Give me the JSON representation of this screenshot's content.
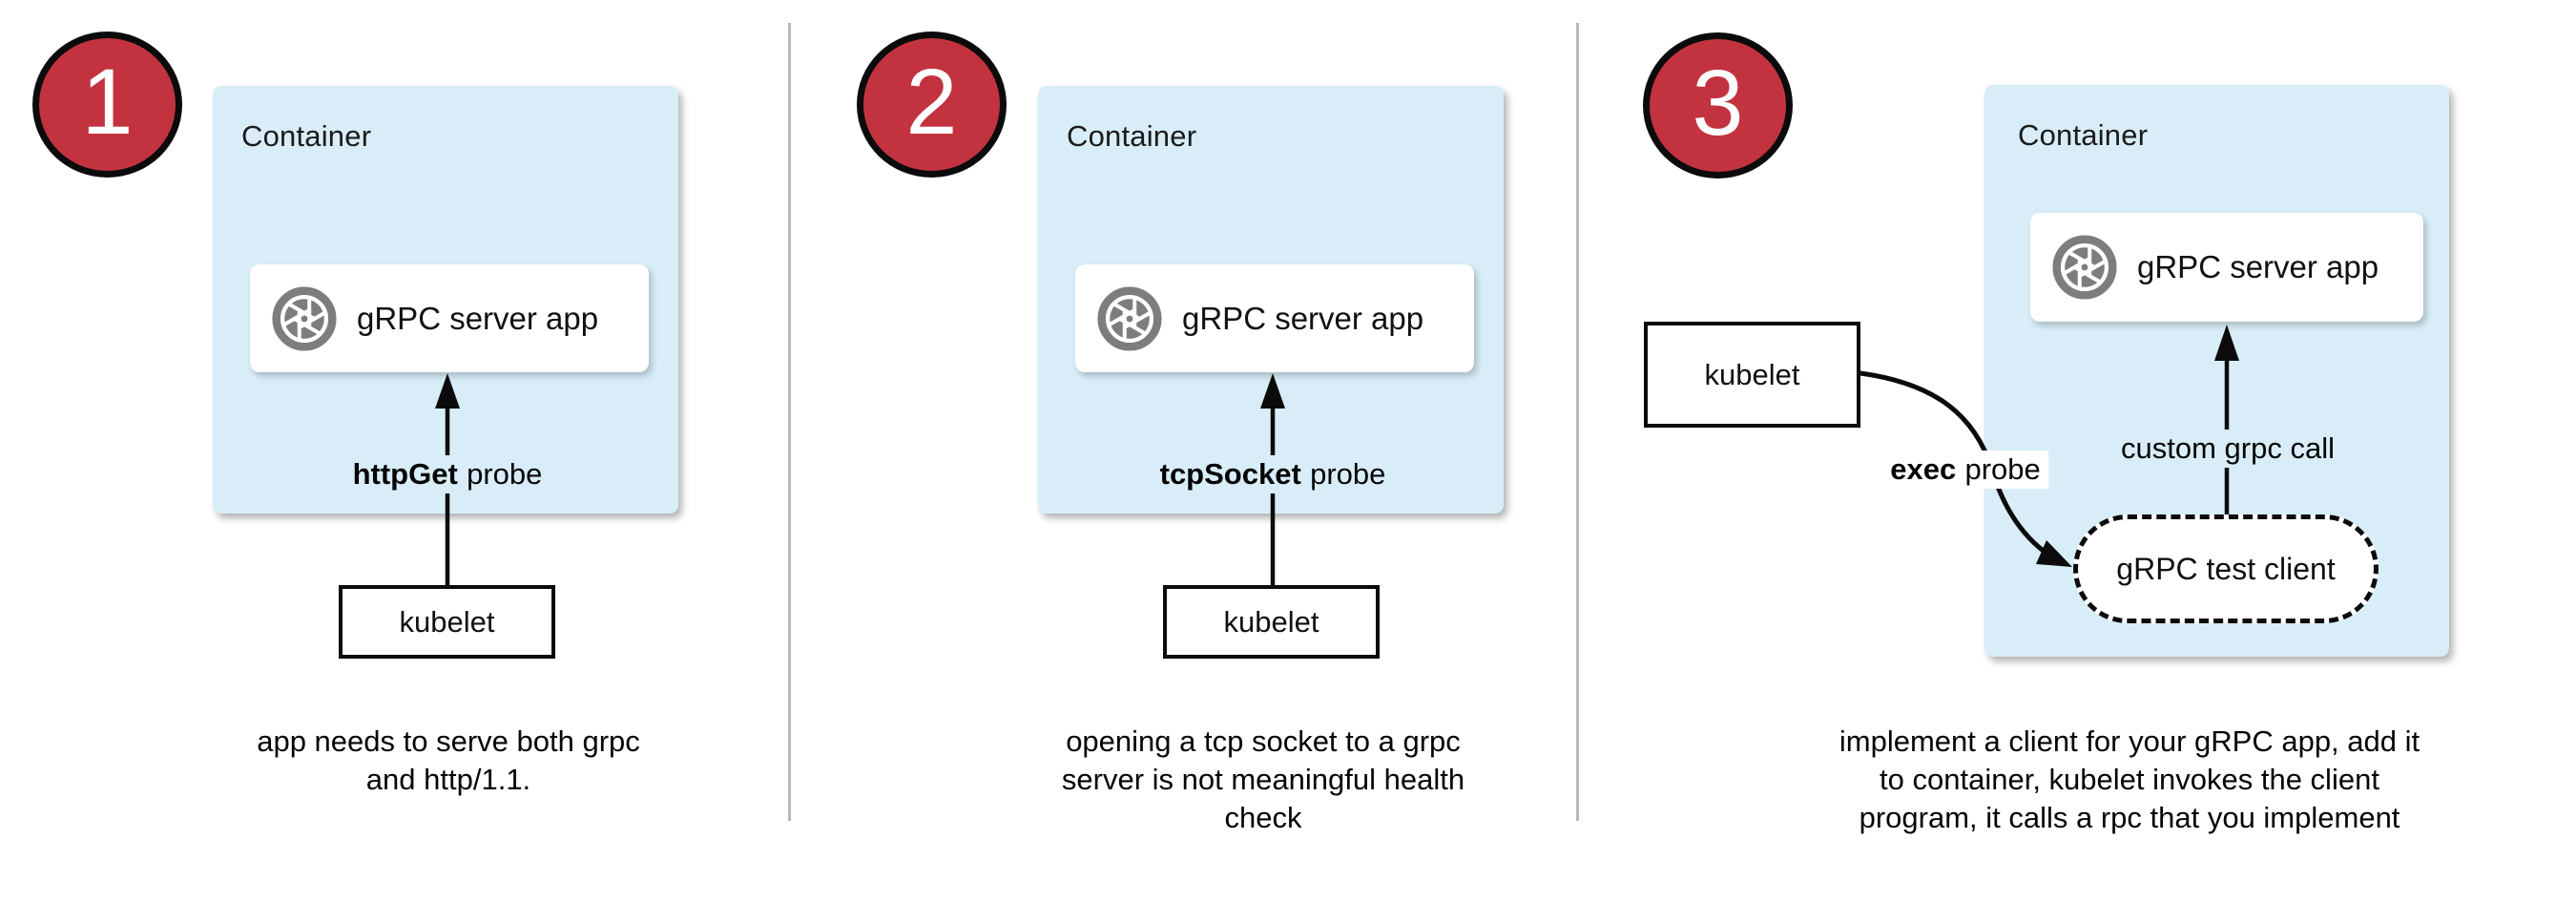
{
  "colors": {
    "container_fill": "#d8edf8",
    "badge_red": "#c2333f",
    "icon_gray": "#7d7d7d",
    "divider_gray": "#b8b8b8",
    "line_black": "#0b0b0b"
  },
  "panels": [
    {
      "number": "1",
      "container_label": "Container",
      "app_label": "gRPC server app",
      "probe_keyword": "httpGet",
      "probe_word": "probe",
      "kubelet_label": "kubelet",
      "caption_lines": [
        "app needs to serve both grpc",
        "and http/1.1."
      ]
    },
    {
      "number": "2",
      "container_label": "Container",
      "app_label": "gRPC server app",
      "probe_keyword": "tcpSocket",
      "probe_word": "probe",
      "kubelet_label": "kubelet",
      "caption_lines": [
        "opening a tcp socket to a grpc",
        "server is not meaningful health",
        "check"
      ]
    },
    {
      "number": "3",
      "container_label": "Container",
      "app_label": "gRPC server app",
      "probe_keyword": "exec",
      "probe_word": "probe",
      "kubelet_label": "kubelet",
      "client_label": "gRPC test client",
      "grpc_call_label": "custom grpc call",
      "caption_lines": [
        "implement a client for your gRPC app, add it",
        "to container, kubelet invokes the client",
        "program, it calls a rpc that you implement"
      ]
    }
  ]
}
